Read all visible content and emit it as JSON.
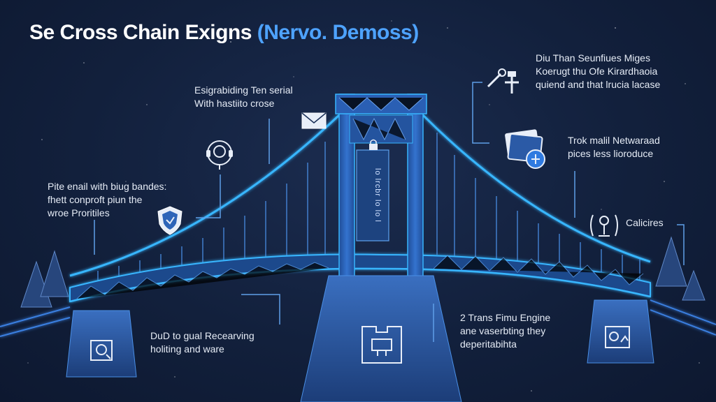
{
  "title": {
    "main": "Se Cross Chain Exigns ",
    "accent": "(Nervo. Demoss)"
  },
  "callouts": {
    "top_center": "Esigrabiding Ten serial\nWith hastiito crose",
    "top_right": "Diu Than Seunfiues Miges\nKoerugt thu Ofe Kirardhaoia\nquiend and that lrucia lacase",
    "mid_right": "Trok malil Netwaraad\npices less lioroduce",
    "right_small": "Calicires",
    "left": "Pite enail with biug bandes:\nfhett conproft piun the\nwroe Proritiles",
    "bottom_left": "DuD to gual Recearving\nholiting and ware",
    "bottom_right": "2 Trans Fimu Engine\nane vaserbting they\ndeperitabihta"
  },
  "tower_banner_text": "lo lrcbr lo lo l",
  "icons": {
    "envelope": "envelope-icon",
    "headset": "headset-icon",
    "shield": "shield-icon",
    "tools": "wrench-hammer-icon",
    "card_stack": "card-stack-icon",
    "lamp": "lamp-icon",
    "puzzle": "puzzle-icon",
    "chip": "chip-icon",
    "chart": "chart-icon",
    "padlock": "padlock-icon"
  },
  "colors": {
    "accent": "#4ea3ff",
    "neon": "#38b6ff",
    "structure": "#2f6fc8",
    "background": "#12203c"
  }
}
